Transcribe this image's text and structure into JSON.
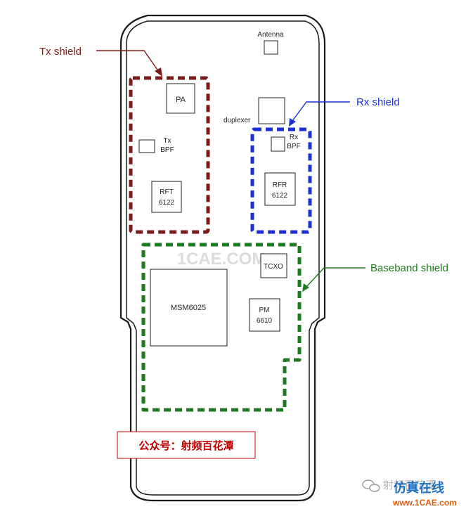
{
  "labels": {
    "antenna": "Antenna",
    "tx_shield": "Tx shield",
    "rx_shield": "Rx shield",
    "baseband_shield": "Baseband shield",
    "duplexer": "duplexer"
  },
  "components": {
    "pa": "PA",
    "tx_bpf_line1": "Tx",
    "tx_bpf_line2": "BPF",
    "rx_bpf_line1": "Rx",
    "rx_bpf_line2": "BPF",
    "rft_line1": "RFT",
    "rft_line2": "6122",
    "rfr_line1": "RFR",
    "rfr_line2": "6122",
    "tcxo": "TCXO",
    "msm": "MSM6025",
    "pm_line1": "PM",
    "pm_line2": "6610"
  },
  "watermarks": {
    "center": "1CAE.COM",
    "stamp": "公众号：射频百花潭",
    "wechat": "射频百花潭",
    "brand": "仿真在线",
    "url": "www.1CAE.com"
  },
  "colors": {
    "outline": "#1a1a1a",
    "tx_shield": "#7a1a1a",
    "rx_shield": "#1b2fd6",
    "baseband_shield": "#1f7a1f",
    "stamp_red": "#c00000",
    "brand_blue": "#1a6fc0"
  }
}
